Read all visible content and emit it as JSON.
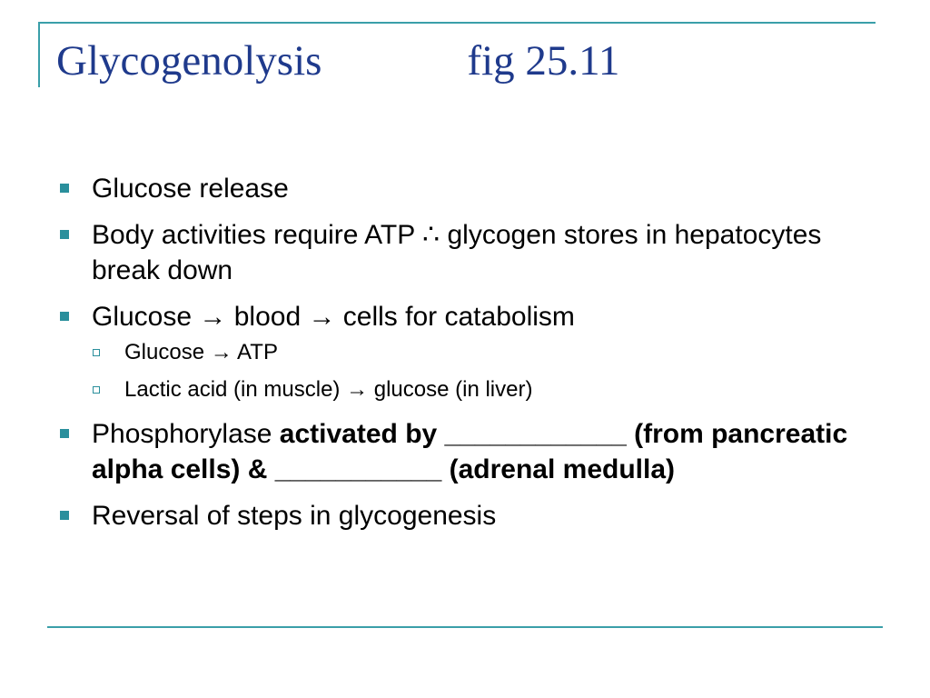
{
  "title": {
    "main": "Glycogenolysis",
    "fig": "fig 25.11"
  },
  "bullets": [
    {
      "text": "Glucose release"
    },
    {
      "text": "Body activities require ATP ∴ glycogen stores in hepatocytes break down"
    },
    {
      "text": "Glucose → blood → cells for catabolism",
      "subitems": [
        {
          "text": "Glucose → ATP"
        },
        {
          "text": "Lactic acid (in muscle) → glucose (in liver)"
        }
      ]
    },
    {
      "text_plain": "Phosphorylase ",
      "text_bold": "activated by ____________ (from pancreatic alpha cells) & ___________ (adrenal medulla)"
    },
    {
      "text": "Reversal of steps in glycogenesis"
    }
  ],
  "colors": {
    "title": "#1f3a8c",
    "accent": "#3a9fa9",
    "bullet": "#2a8f9c"
  },
  "icons": {
    "bullet": "square-bullet-icon",
    "sub_bullet": "hollow-square-bullet-icon"
  }
}
